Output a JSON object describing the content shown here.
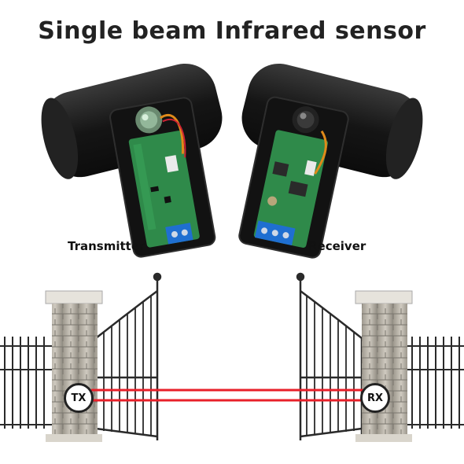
{
  "title": "Single beam Infrared sensor",
  "labels": {
    "transmitter": "Transmitter",
    "receiver": "Receiver"
  },
  "badges": {
    "tx": "TX",
    "rx": "RX"
  },
  "colors": {
    "beam": "#e8202a",
    "housing": "#1b1b1b",
    "pcb": "#2f8a4a",
    "terminal": "#1f6fd1",
    "pillar": "#b9b4a8",
    "gate": "#2a2a2a"
  }
}
